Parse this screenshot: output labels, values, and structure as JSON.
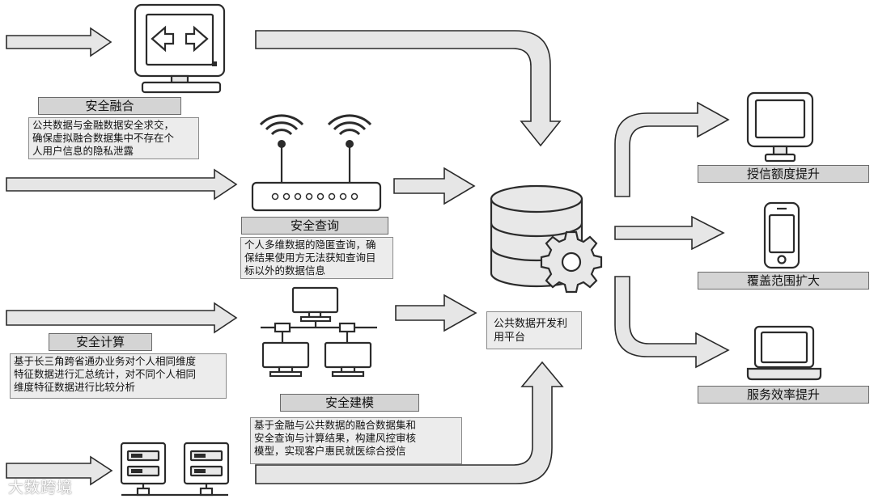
{
  "colors": {
    "arrow_fill": "#e6e6e6",
    "arrow_stroke": "#2b2b2b",
    "label_bg": "#d4d4d4",
    "desc_bg": "#ececec"
  },
  "icons": [
    "monitor-swap-icon",
    "router-icon",
    "network-computers-icon",
    "server-rack-icon",
    "database-gear-icon",
    "monitor-icon",
    "smartphone-icon",
    "laptop-icon"
  ],
  "left": {
    "fusion": {
      "title": "安全融合",
      "desc": "公共数据与金融数据安全求交，\n确保虚拟融合数据集中不存在个\n人用户信息的隐私泄露"
    },
    "query": {
      "title": "安全查询",
      "desc": "个人多维数据的隐匿查询，确\n保结果使用方无法获知查询目\n标以外的数据信息"
    },
    "compute": {
      "title": "安全计算",
      "desc": "基于长三角跨省通办业务对个人相同维度\n特征数据进行汇总统计，对不同个人相同\n维度特征数据进行比较分析"
    },
    "modeling": {
      "title": "安全建模",
      "desc": "基于金融与公共数据的融合数据集和\n安全查询与计算结果，构建风控审核\n模型，实现客户惠民就医综合授信"
    }
  },
  "center": {
    "platform": "公共数据开发利\n用平台"
  },
  "right": {
    "credit": "授信额度提升",
    "coverage": "覆盖范围扩大",
    "efficiency": "服务效率提升"
  },
  "watermark": "大数跨境"
}
